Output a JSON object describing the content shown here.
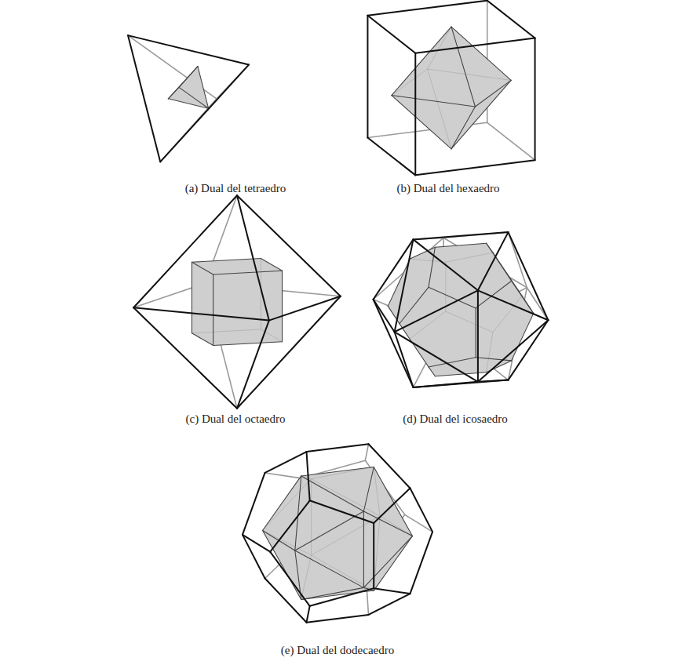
{
  "diagram": {
    "labels": [
      "(a) Dual del tetraedro",
      "(b) Dual del hexaedro",
      "(c) Dual del octaedro",
      "(d) Dual del icosaedro",
      "(e) Dual del dodecaedro"
    ]
  }
}
